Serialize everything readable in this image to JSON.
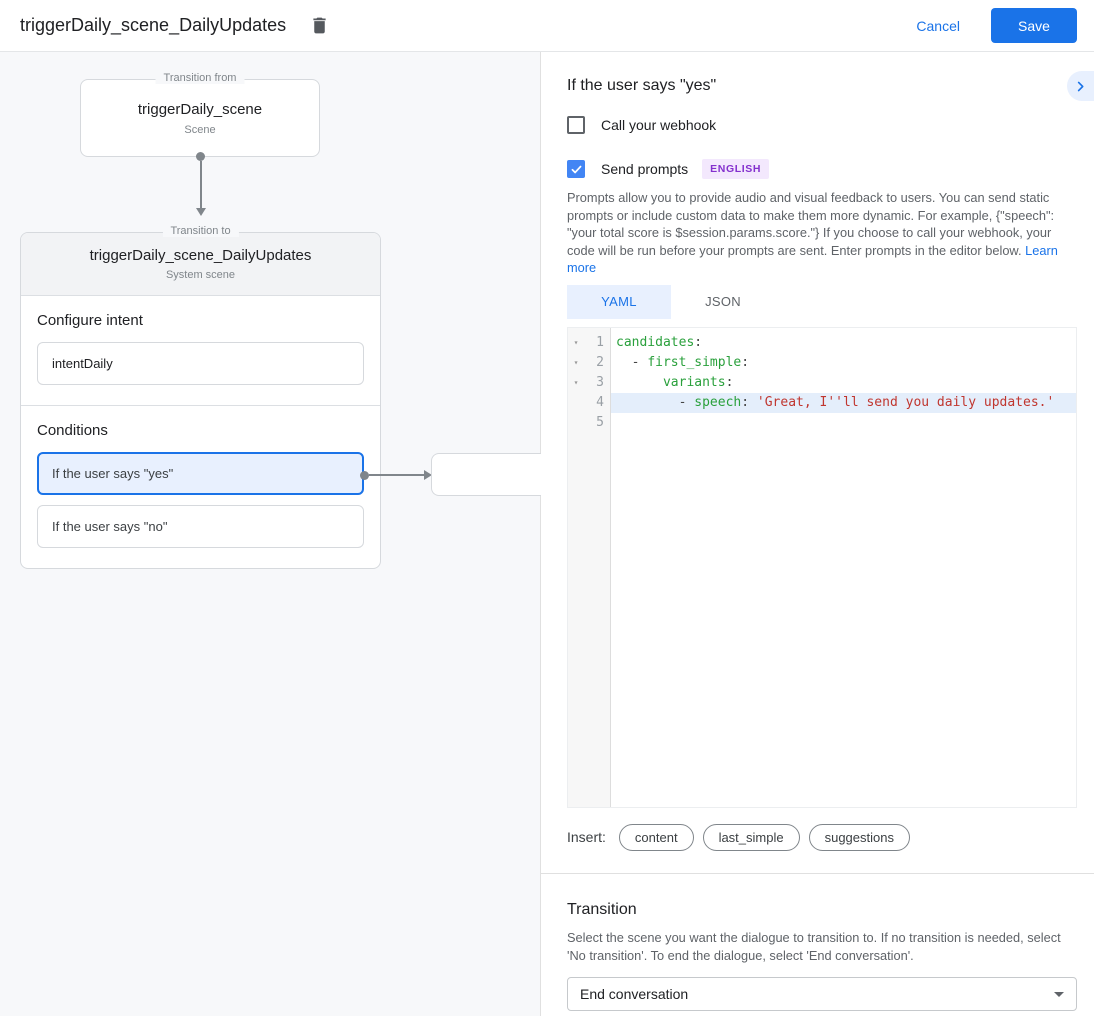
{
  "header": {
    "title": "triggerDaily_scene_DailyUpdates",
    "cancel_label": "Cancel",
    "save_label": "Save"
  },
  "colors": {
    "accent_blue": "#1a73e8",
    "checkbox_blue": "#4285f4",
    "selected_condition_bg": "#e8f0fe",
    "badge_purple": "#8430ce",
    "code_key_green": "#2aa03c",
    "code_string_red": "#c0362f"
  },
  "diagram": {
    "from_box": {
      "legend": "Transition from",
      "title": "triggerDaily_scene",
      "subtitle": "Scene"
    },
    "to_box": {
      "legend": "Transition to",
      "title": "triggerDaily_scene_DailyUpdates",
      "subtitle": "System scene",
      "intent_section": {
        "label": "Configure intent",
        "value": "intentDaily"
      },
      "conditions_section": {
        "label": "Conditions",
        "items": [
          {
            "label": "If the user says \"yes\"",
            "selected": true
          },
          {
            "label": "If the user says \"no\"",
            "selected": false
          }
        ]
      }
    }
  },
  "detail_panel": {
    "title": "If the user says \"yes\"",
    "webhook_checkbox": {
      "label": "Call your webhook",
      "checked": false
    },
    "prompts_checkbox": {
      "label": "Send prompts",
      "checked": true,
      "badge": "ENGLISH"
    },
    "description": "Prompts allow you to provide audio and visual feedback to users. You can send static prompts or include custom data to make them more dynamic. For example, {\"speech\": \"your total score is $session.params.score.\"} If you choose to call your webhook, your code will be run before your prompts are sent. Enter prompts in the editor below. ",
    "learn_more_label": "Learn more",
    "tabs": [
      {
        "label": "YAML",
        "active": true
      },
      {
        "label": "JSON",
        "active": false
      }
    ],
    "editor": {
      "lines": [
        {
          "num": 1,
          "fold": true,
          "highlighted": false,
          "tokens": [
            {
              "text": "candidates",
              "type": "key"
            },
            {
              "text": ":",
              "type": "plain"
            }
          ]
        },
        {
          "num": 2,
          "fold": true,
          "highlighted": false,
          "tokens": [
            {
              "text": "  - ",
              "type": "plain"
            },
            {
              "text": "first_simple",
              "type": "key"
            },
            {
              "text": ":",
              "type": "plain"
            }
          ]
        },
        {
          "num": 3,
          "fold": true,
          "highlighted": false,
          "tokens": [
            {
              "text": "      ",
              "type": "plain"
            },
            {
              "text": "variants",
              "type": "key"
            },
            {
              "text": ":",
              "type": "plain"
            }
          ]
        },
        {
          "num": 4,
          "fold": false,
          "highlighted": true,
          "tokens": [
            {
              "text": "        - ",
              "type": "plain"
            },
            {
              "text": "speech",
              "type": "key"
            },
            {
              "text": ": ",
              "type": "plain"
            },
            {
              "text": "'Great, I''ll send you daily updates.'",
              "type": "string"
            }
          ]
        },
        {
          "num": 5,
          "fold": false,
          "highlighted": false,
          "tokens": []
        }
      ]
    },
    "insert": {
      "label": "Insert:",
      "chips": [
        "content",
        "last_simple",
        "suggestions"
      ]
    },
    "transition": {
      "title": "Transition",
      "description": "Select the scene you want the dialogue to transition to. If no transition is needed, select 'No transition'. To end the dialogue, select 'End conversation'.",
      "dropdown_value": "End conversation"
    }
  }
}
